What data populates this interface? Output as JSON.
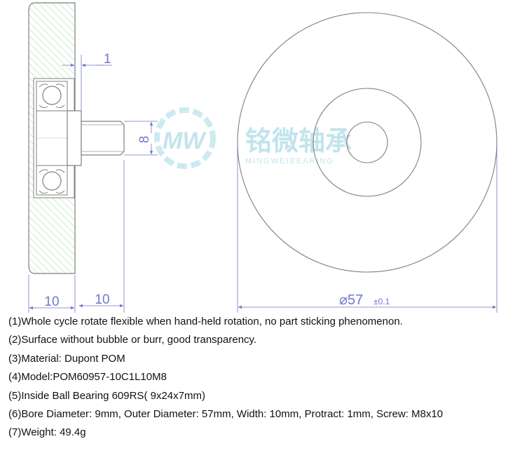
{
  "dimensions": {
    "protrude": "1",
    "screw_diameter": "8",
    "wheel_width": "10",
    "screw_length": "10",
    "outer_diameter": "⌀57",
    "tolerance": "±0.1"
  },
  "watermark": {
    "cn": "铭微轴承",
    "en": "MINGWEIBEARING",
    "color": "#bfe3ec"
  },
  "colors": {
    "line": "#7f7f7f",
    "dimension": "#6f79c9",
    "hatch": "#8fd68f"
  },
  "specs": [
    "(1)Whole cycle rotate flexible when hand-held rotation, no part sticking phenomenon.",
    "(2)Surface without bubble or burr, good transparency.",
    "(3)Material: Dupont POM",
    "(4)Model:POM60957-10C1L10M8",
    "(5)Inside Ball Bearing 609RS( 9x24x7mm)",
    "(6)Bore Diameter: 9mm, Outer Diameter: 57mm, Width: 10mm, Protract: 1mm, Screw: M8x10",
    "(7)Weight: 49.4g"
  ]
}
